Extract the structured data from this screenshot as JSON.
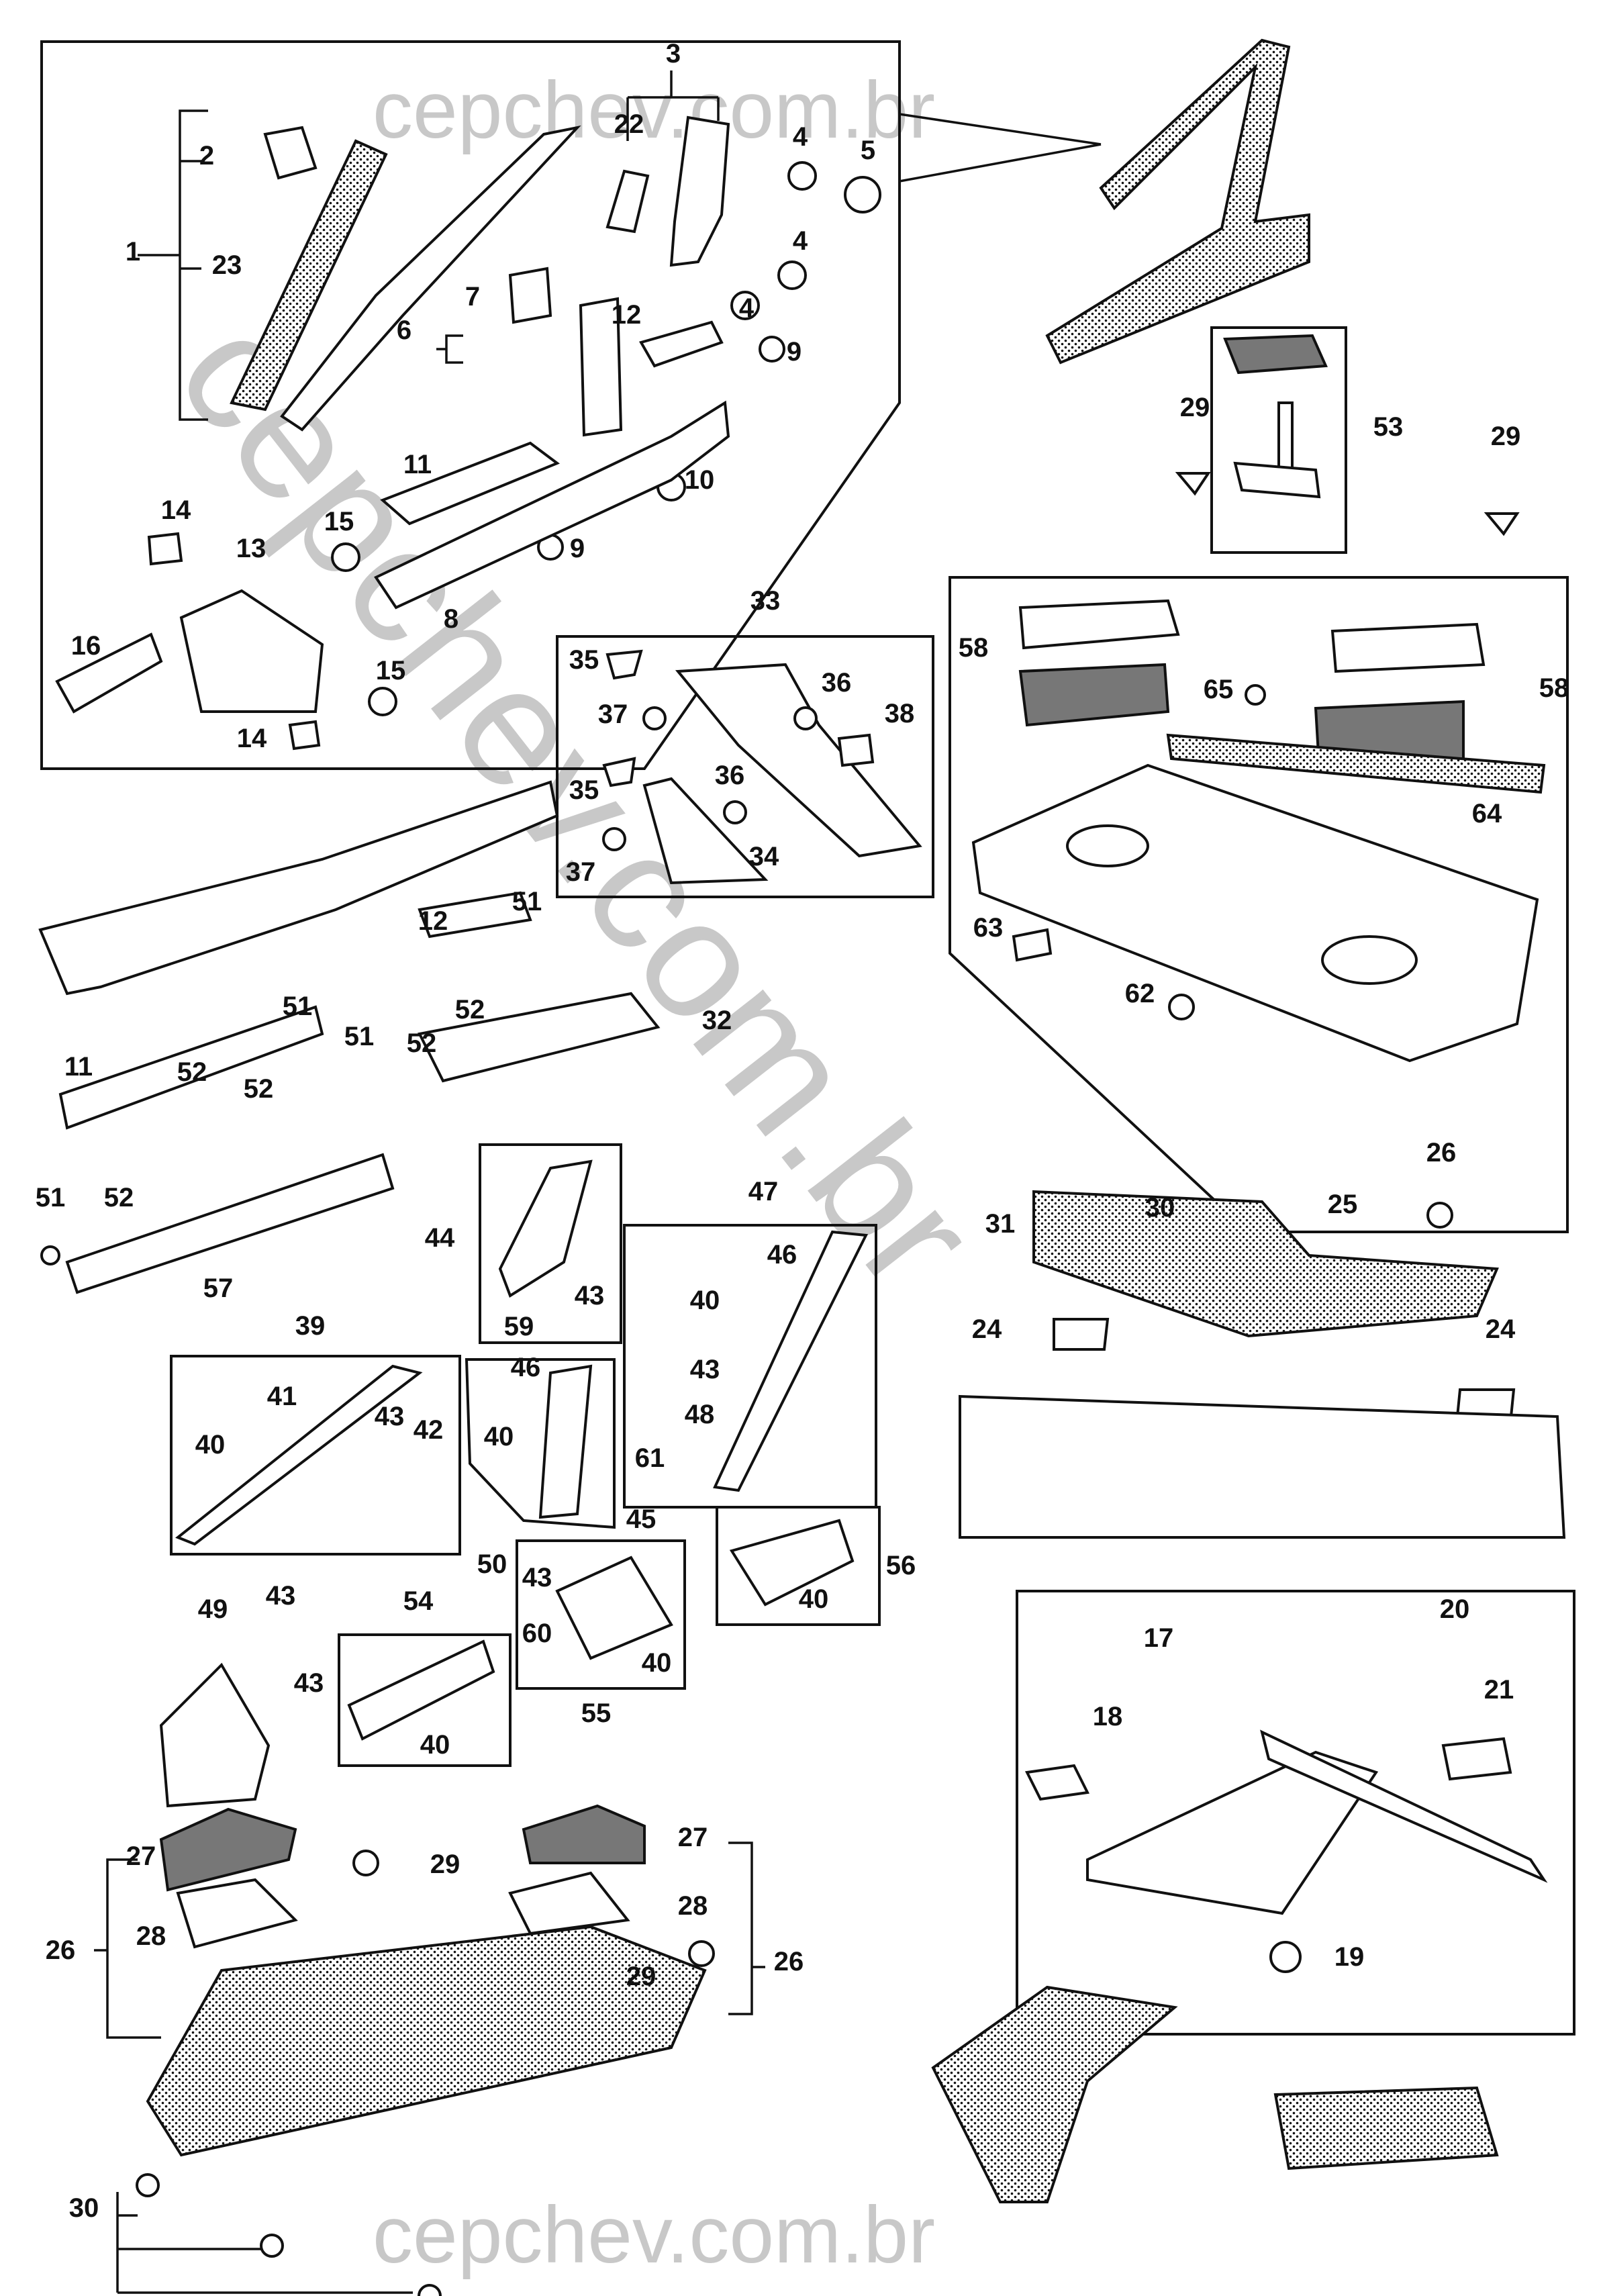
{
  "watermark": {
    "top": "cepchev.com.br",
    "bottom": "cepchev.com.br",
    "diagonal": "cepchev.com.br"
  },
  "callouts": [
    "1",
    "2",
    "3",
    "4",
    "5",
    "6",
    "7",
    "8",
    "9",
    "10",
    "11",
    "12",
    "13",
    "14",
    "15",
    "16",
    "17",
    "18",
    "19",
    "20",
    "21",
    "22",
    "23",
    "24",
    "25",
    "26",
    "27",
    "28",
    "29",
    "30",
    "31",
    "32",
    "33",
    "34",
    "35",
    "36",
    "37",
    "38",
    "39",
    "40",
    "41",
    "42",
    "43",
    "44",
    "45",
    "46",
    "47",
    "48",
    "49",
    "50",
    "51",
    "52",
    "53",
    "54",
    "55",
    "56",
    "57",
    "58",
    "59",
    "60",
    "61",
    "62",
    "63",
    "64",
    "65"
  ]
}
